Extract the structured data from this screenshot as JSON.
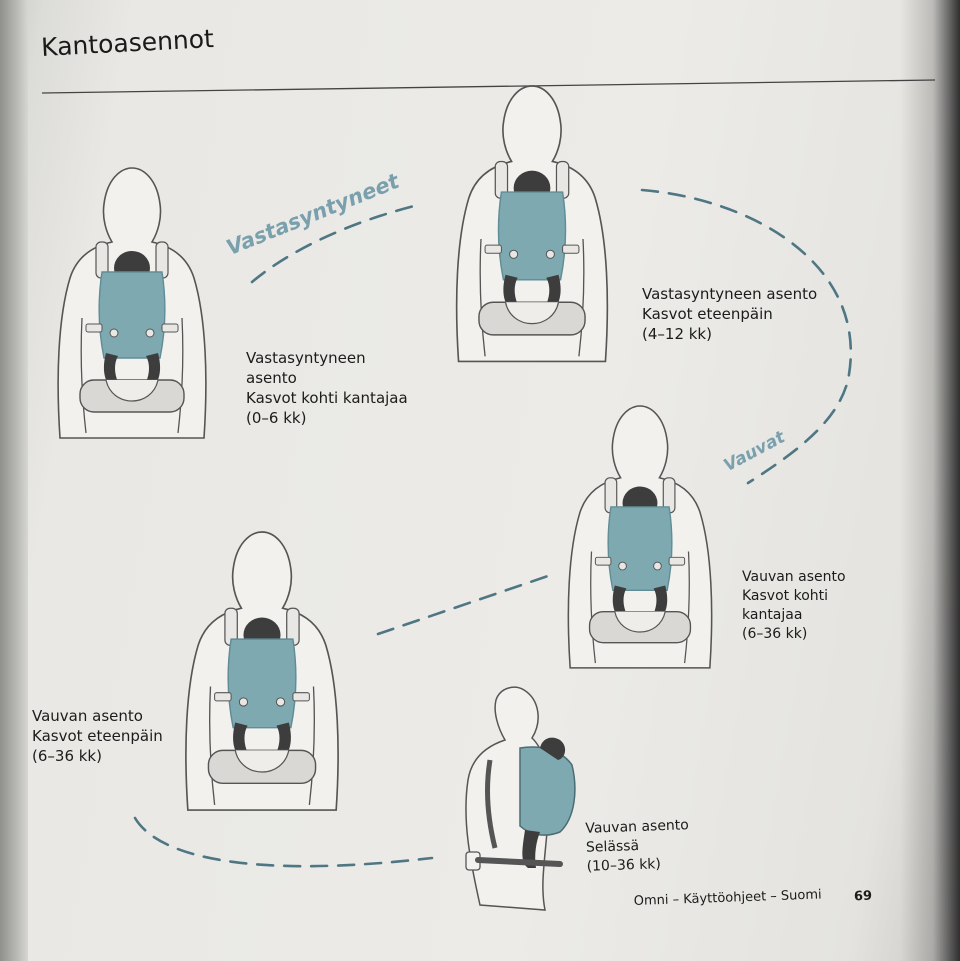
{
  "page": {
    "title": "Kantoasennot",
    "footer": "Omni – Käyttöohjeet – Suomi",
    "page_number": "69"
  },
  "stages": {
    "newborn": "Vastasyntyneet",
    "baby": "Vauvat"
  },
  "positions": [
    {
      "lines": [
        "Vastasyntyneen",
        "asento",
        "Kasvot kohti kantajaa",
        "(0–6 kk)"
      ],
      "view": "front",
      "baby": "inward"
    },
    {
      "lines": [
        "Vastasyntyneen asento",
        "Kasvot eteenpäin",
        "(4–12 kk)"
      ],
      "view": "front",
      "baby": "outward"
    },
    {
      "lines": [
        "Vauvan asento",
        "Kasvot kohti",
        "kantajaa",
        "(6–36 kk)"
      ],
      "view": "front",
      "baby": "inward"
    },
    {
      "lines": [
        "Vauvan asento",
        "Kasvot eteenpäin",
        "(6–36 kk)"
      ],
      "view": "front",
      "baby": "outward"
    },
    {
      "lines": [
        "Vauvan asento",
        "Selässä",
        "(10–36 kk)"
      ],
      "view": "side-back",
      "baby": "back"
    }
  ],
  "colors": {
    "carrier": "#7fa9b1",
    "carrier_dark": "#5f8c95",
    "baby": "#3d3d3d",
    "outline": "#555555",
    "dash": "#4f7683",
    "stage_text": "#7aa0ad"
  }
}
